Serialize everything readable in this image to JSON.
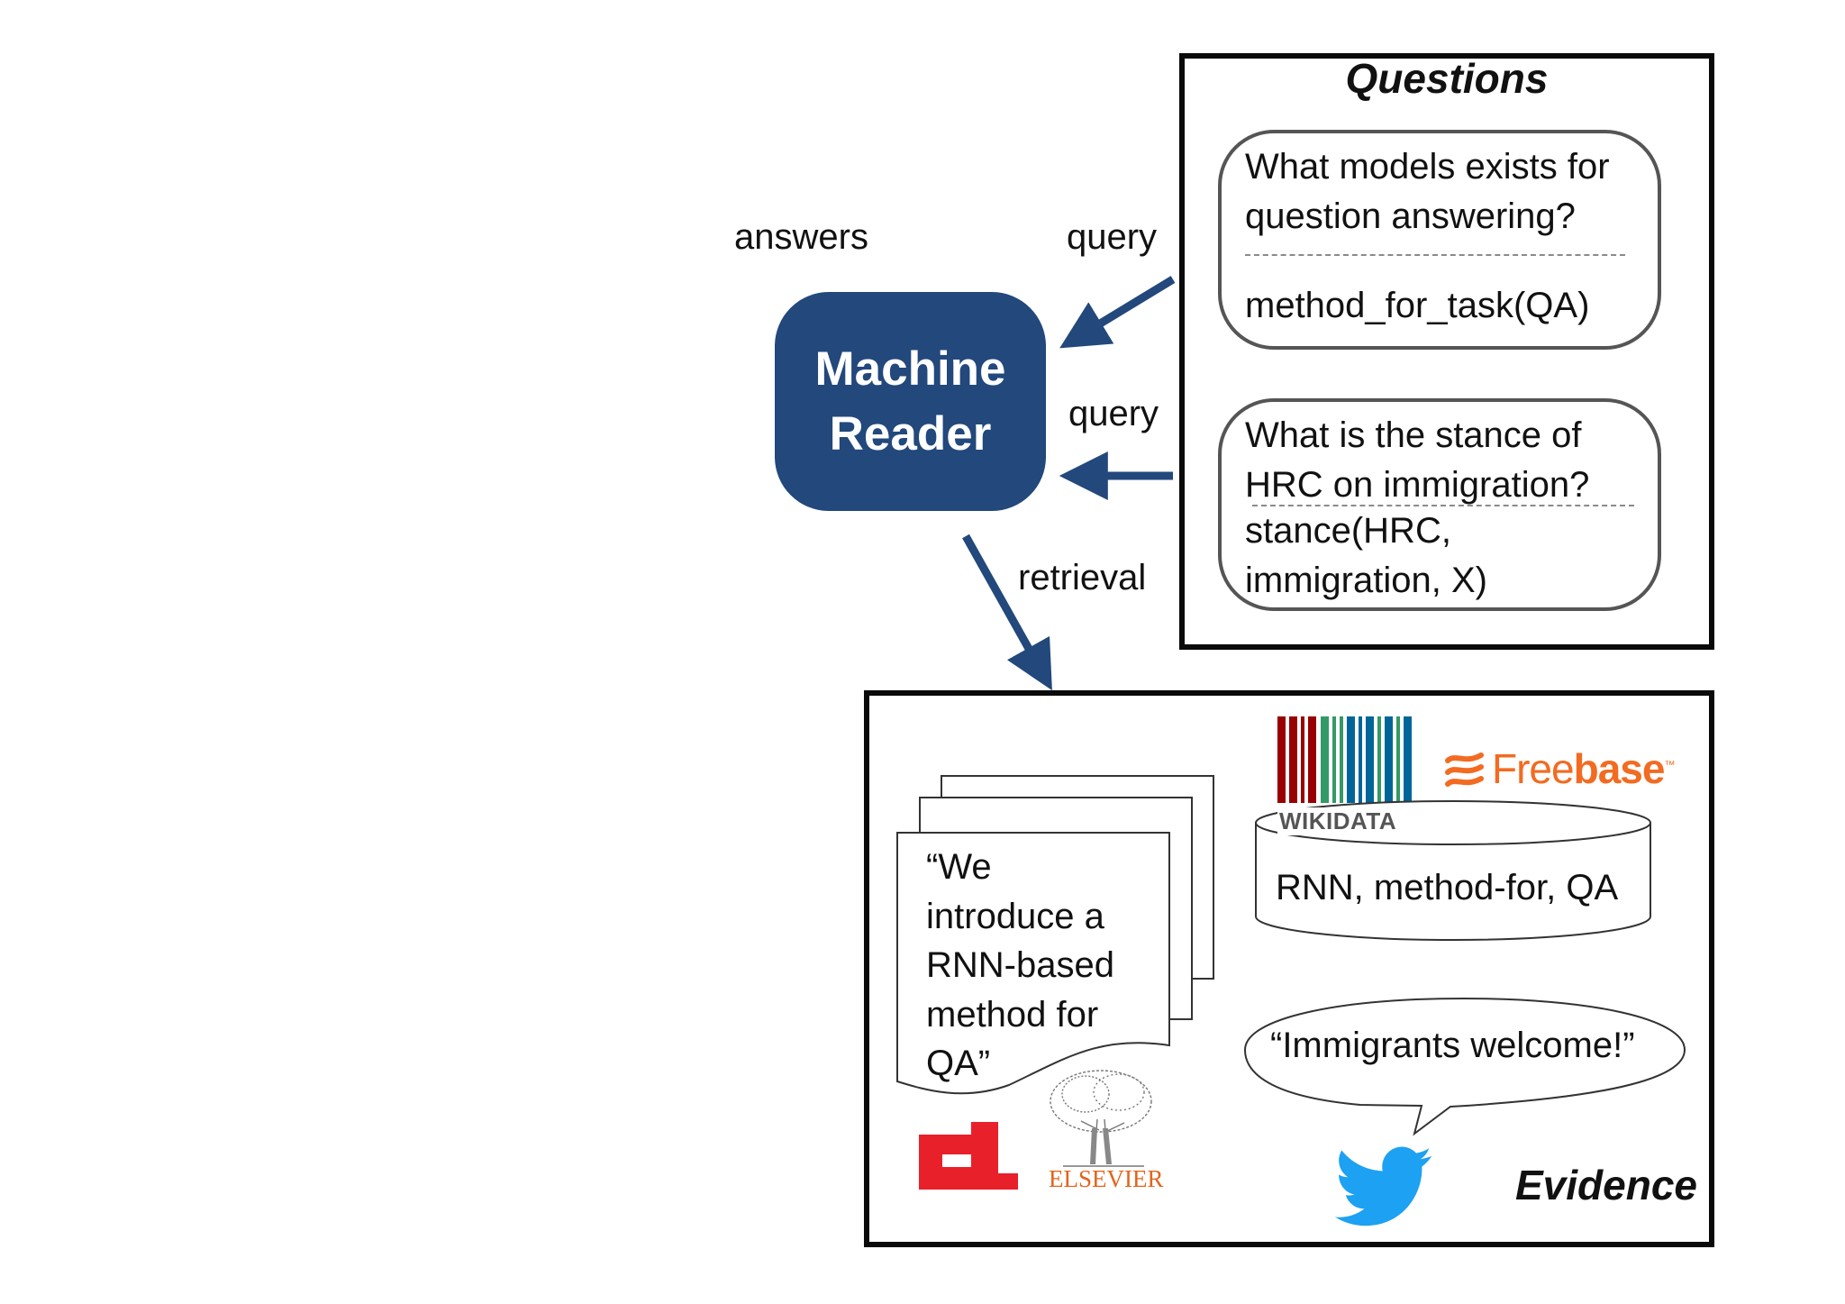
{
  "labels": {
    "answers": "answers",
    "query_top": "query",
    "query_mid": "query",
    "retrieval": "retrieval"
  },
  "machine_reader": {
    "line1": "Machine",
    "line2": "Reader"
  },
  "questions": {
    "title": "Questions",
    "cards": [
      {
        "question_lines": [
          "What models exists for",
          "question answering?"
        ],
        "logical_lines": [
          "method_for_task(QA)"
        ]
      },
      {
        "question_lines": [
          "What is the stance of",
          "HRC on immigration?"
        ],
        "logical_lines": [
          "stance(HRC,",
          "immigration, X)"
        ]
      }
    ]
  },
  "evidence": {
    "title": "Evidence",
    "document_lines": [
      "“We",
      "introduce a",
      "RNN-based",
      "method for",
      "QA”"
    ],
    "kb_triple": "RNN, method-for, QA",
    "tweet": "“Immigrants welcome!”",
    "logos": {
      "wikidata": "WIKIDATA",
      "freebase_light": "Free",
      "freebase_bold": "base",
      "freebase_tm": "™",
      "elsevier": "ELSEVIER"
    }
  },
  "colors": {
    "reader_fill": "#22487c",
    "arrow": "#22487c",
    "freebase_orange": "#f26b21",
    "twitter_blue": "#1da1f2",
    "arxiv_red": "#e8202a",
    "elsevier_orange": "#e2641d"
  }
}
